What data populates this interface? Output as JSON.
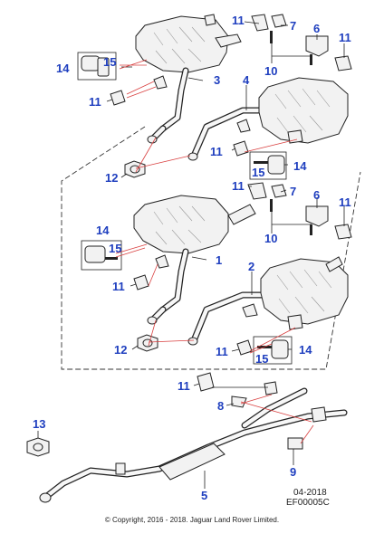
{
  "callouts": {
    "c1": "1",
    "c2": "2",
    "c3": "3",
    "c4": "4",
    "c5": "5",
    "c6a": "6",
    "c6b": "6",
    "c7a": "7",
    "c7b": "7",
    "c8": "8",
    "c9": "9",
    "c10a": "10",
    "c10b": "10",
    "c11a": "11",
    "c11b": "11",
    "c11c": "11",
    "c11d": "11",
    "c11e": "11",
    "c11f": "11",
    "c11g": "11",
    "c11h": "11",
    "c11i": "11",
    "c12a": "12",
    "c12b": "12",
    "c13": "13",
    "c14a": "14",
    "c14b": "14",
    "c14c": "14",
    "c14d": "14",
    "c15a": "15",
    "c15b": "15",
    "c15c": "15",
    "c15d": "15"
  },
  "reference": {
    "date": "04-2018",
    "code": "EF00005C"
  },
  "copyright": "© Copyright, 2016 - 2018. Jaguar Land Rover Limited.",
  "colors": {
    "callout": "#1f3fbf",
    "leader_red": "#d94040",
    "line": "#222222"
  }
}
